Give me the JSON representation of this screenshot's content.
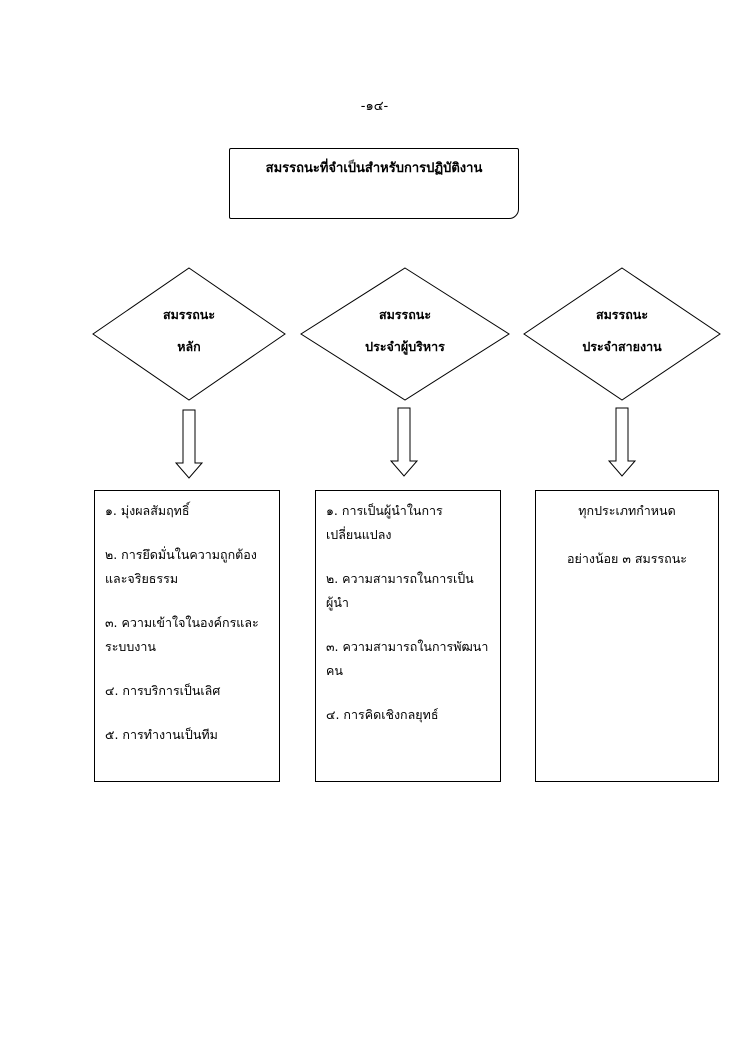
{
  "page_number": "-๑๔-",
  "title": "สมรรถนะที่จำเป็นสำหรับการปฏิบัติงาน",
  "categories": [
    {
      "label_line1": "สมรรถนะ",
      "label_line2": "หลัก",
      "items": [
        "๑. มุ่งผลสัมฤทธิ์",
        "๒. การยึดมั่นในความถูกต้องและจริยธรรม",
        "๓. ความเข้าใจในองค์กรและระบบงาน",
        "๔. การบริการเป็นเลิศ",
        "๕. การทำงานเป็นทีม"
      ]
    },
    {
      "label_line1": "สมรรถนะ",
      "label_line2": "ประจำผู้บริหาร",
      "items": [
        "๑. การเป็นผู้นำในการเปลี่ยนแปลง",
        "๒. ความสามารถในการเป็นผู้นำ",
        "๓. ความสามารถในการพัฒนาคน",
        "๔. การคิดเชิงกลยุทธ์"
      ]
    },
    {
      "label_line1": "สมรรถนะ",
      "label_line2": "ประจำสายงาน",
      "line1": "ทุกประเภทกำหนด",
      "line2": "อย่างน้อย ๓ สมรรถนะ"
    }
  ]
}
